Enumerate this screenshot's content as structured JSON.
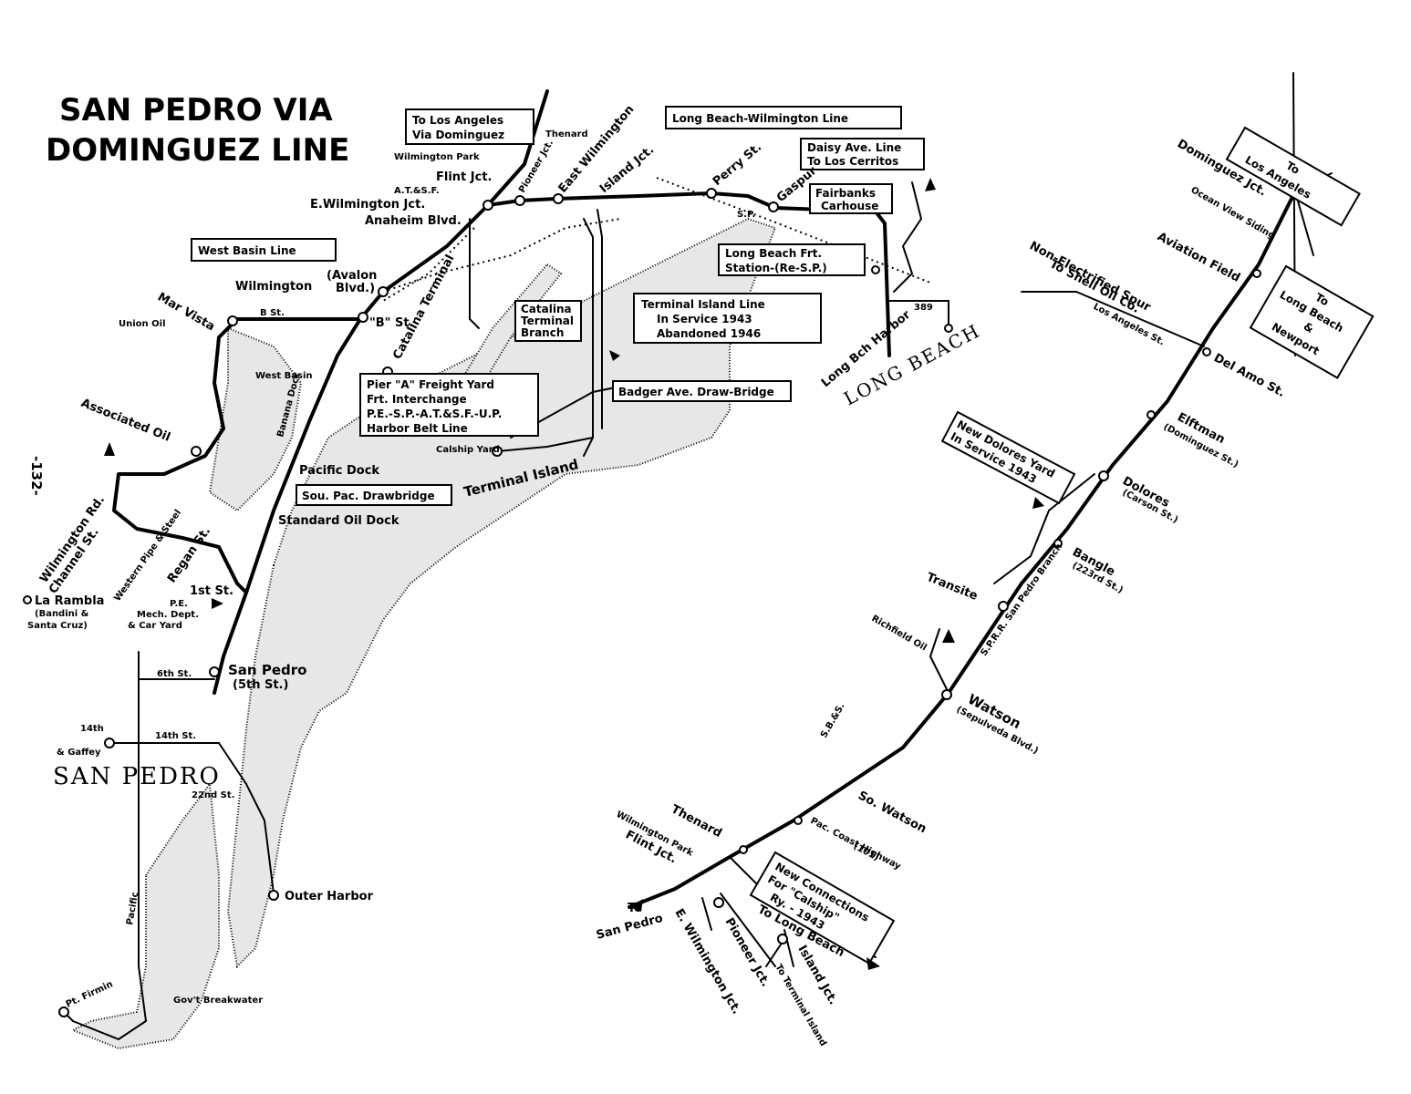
{
  "title_line1": "SAN PEDRO VIA",
  "title_line2": "DOMINGUEZ LINE",
  "page_number": "-132-",
  "boxes": {
    "to_la_dominguez_1": "To Los Angeles",
    "to_la_dominguez_2": "Via Dominguez",
    "long_beach_wilmington": "Long Beach-Wilmington Line",
    "daisy_1": "Daisy Ave. Line",
    "daisy_2": "To Los Cerritos",
    "fairbanks_1": "Fairbanks",
    "fairbanks_2": "Carhouse",
    "lb_frt_1": "Long Beach Frt.",
    "lb_frt_2": "Station-(Re-S.P.)",
    "west_basin": "West Basin Line",
    "catalina_branch_1": "Catalina",
    "catalina_branch_2": "Terminal",
    "catalina_branch_3": "Branch",
    "terminal_island_1": "Terminal Island Line",
    "terminal_island_2": "In Service 1943",
    "terminal_island_3": "Abandoned 1946",
    "pier_a_1": "Pier \"A\" Freight Yard",
    "pier_a_2": "Frt. Interchange",
    "pier_a_3": "P.E.-S.P.-A.T.&S.F.-U.P.",
    "pier_a_4": "Harbor Belt Line",
    "badger": "Badger Ave. Draw-Bridge",
    "sou_pac": "Sou. Pac. Drawbridge",
    "to_la_right_1": "To",
    "to_la_right_2": "Los Angeles",
    "to_lb_newport_1": "To",
    "to_lb_newport_2": "Long Beach",
    "to_lb_newport_3": "&",
    "to_lb_newport_4": "Newport",
    "new_dolores_1": "New Dolores Yard",
    "new_dolores_2": "In Service 1943",
    "new_conn_1": "New Connections",
    "new_conn_2": "For \"Calship\"",
    "new_conn_3": "Ry. - 1943"
  },
  "labels": {
    "thenard": "Thenard",
    "wilmington_park": "Wilmington Park",
    "flint_jct": "Flint Jct.",
    "atsf": "A.T.&S.F.",
    "e_wilmington_jct": "E.Wilmington Jct.",
    "anaheim_blvd": "Anaheim Blvd.",
    "pioneer_jct": "Pioneer Jct.",
    "east_wilmington": "East Wilmington",
    "island_jct": "Island Jct.",
    "perry_st": "Perry St.",
    "gaspur": "Gaspur",
    "sp": "S.P.",
    "wilmington_avalon_1": "Wilmington",
    "wilmington_avalon_2": "(Avalon",
    "wilmington_avalon_3": "Blvd.)",
    "b_st": "B St.",
    "b_st2": "\"B\" St.",
    "mar_vista": "Mar Vista",
    "union_oil": "Union Oil",
    "catalina_terminal": "Catalina Terminal",
    "west_basin": "West Basin",
    "banana_dock": "Banana Dock",
    "associated_oil": "Associated Oil",
    "pacific_dock": "Pacific Dock",
    "calship_yard": "Calship Yard",
    "terminal_island": "Terminal Island",
    "standard_oil_dock": "Standard Oil Dock",
    "wilmington_rd": "Wilmington Rd.",
    "channel_st": "Channel St.",
    "western_pipe": "Western Pipe & Steel",
    "regan_st": "Regan St.",
    "first_st": "1st St.",
    "pe_mech": "P.E.",
    "mech_dept": "Mech. Dept.",
    "car_yard": "& Car Yard",
    "la_rambla": "La Rambla",
    "bandini": "(Bandini &",
    "santa_cruz": "Santa Cruz)",
    "sixth_st": "6th St.",
    "san_pedro_stn": "San Pedro",
    "fifth_st": "(5th St.)",
    "fourteenth_gaffey_1": "14th",
    "fourteenth_gaffey_2": "& Gaffey",
    "fourteenth_st": "14th St.",
    "san_pedro_town": "SAN PEDRO",
    "twentysecond_st": "22nd St.",
    "outer_harbor": "Outer Harbor",
    "pacific": "Pacific",
    "pt_firmin": "Pt. Firmin",
    "govt_breakwater": "Gov't Breakwater",
    "long_beach": "LONG BEACH",
    "long_bch_harbor": "Long Bch Harbor",
    "three_eighty_nine": "389",
    "dominguez_jct": "Dominguez Jct.",
    "ocean_view_siding": "Ocean View Siding",
    "aviation_field": "Aviation Field",
    "non_electrified": "Non-Electrified Spur",
    "shell_oil": "To Shell Oil Co.",
    "los_angeles_st": "Los Angeles St.",
    "del_amo": "Del Amo St.",
    "elftman": "Elftman",
    "dominguez_st": "(Dominguez St.)",
    "dolores": "Dolores",
    "carson_st": "(Carson St.)",
    "bangle": "Bangle",
    "bangle_st": "(223rd St.)",
    "transite": "Transite",
    "sppr_branch": "S.P.R.R. San Pedro Branch",
    "richfield_oil": "Richfield Oil",
    "watson": "Watson",
    "sepulveda": "(Sepulveda Blvd.)",
    "so_watson": "So. Watson",
    "pac_coast_hwy": "Pac. Coast Highway",
    "route_101": "(101)",
    "thenard_r": "Thenard",
    "wilmington_park_r": "Wilmington Park",
    "flint_jct_r": "Flint Jct.",
    "to_san_pedro_1": "To",
    "to_san_pedro_2": "San Pedro",
    "e_wilmington_jct_r": "E. Wilmington Jct.",
    "pioneer_jct_r": "Pioneer Jct.",
    "to_long_beach_r": "To Long Beach",
    "island_jct_r": "Island Jct.",
    "to_terminal_island_r": "To Terminal Island",
    "sbs": "S.B.&S."
  }
}
